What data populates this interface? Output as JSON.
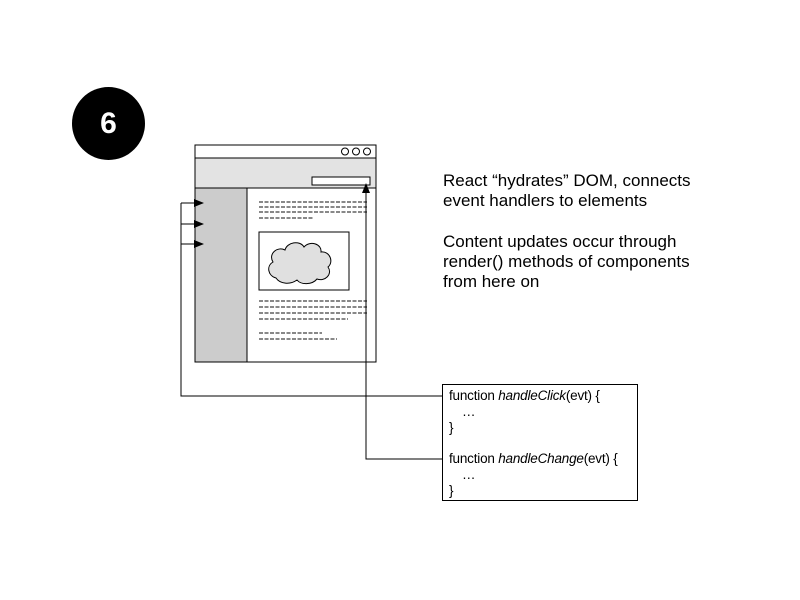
{
  "step": {
    "number": "6"
  },
  "descriptions": [
    [
      "React “hydrates” DOM, connects",
      "event handlers to elements"
    ],
    [
      "Content updates occur through",
      "render() methods of components",
      "from here on"
    ]
  ],
  "code": {
    "keyword": "function",
    "handlers": [
      {
        "name": "handleClick",
        "params": "(evt) {",
        "body": "…",
        "close": "}"
      },
      {
        "name": "handleChange",
        "params": "(evt) {",
        "body": "…",
        "close": "}"
      }
    ]
  }
}
